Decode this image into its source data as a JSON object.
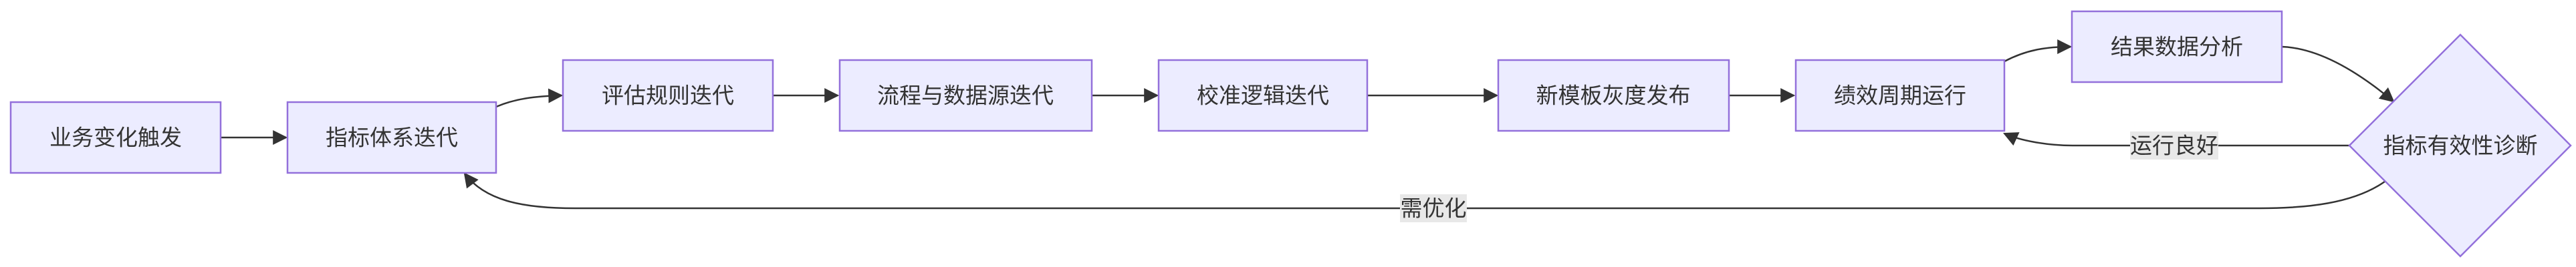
{
  "nodes": {
    "business_change": "业务变化触发",
    "indicator_system": "指标体系迭代",
    "eval_rules": "评估规则迭代",
    "process_data": "流程与数据源迭代",
    "calibration": "校准逻辑迭代",
    "template_release": "新模板灰度发布",
    "perf_cycle": "绩效周期运行",
    "result_analysis": "结果数据分析",
    "diagnosis": "指标有效性诊断"
  },
  "edges": {
    "runs_well": "运行良好",
    "needs_opt": "需优化"
  },
  "colors": {
    "node_fill": "#ECECFF",
    "node_stroke": "#9370DB",
    "edge_stroke": "#333333",
    "label_bg": "#e8e8e8"
  }
}
